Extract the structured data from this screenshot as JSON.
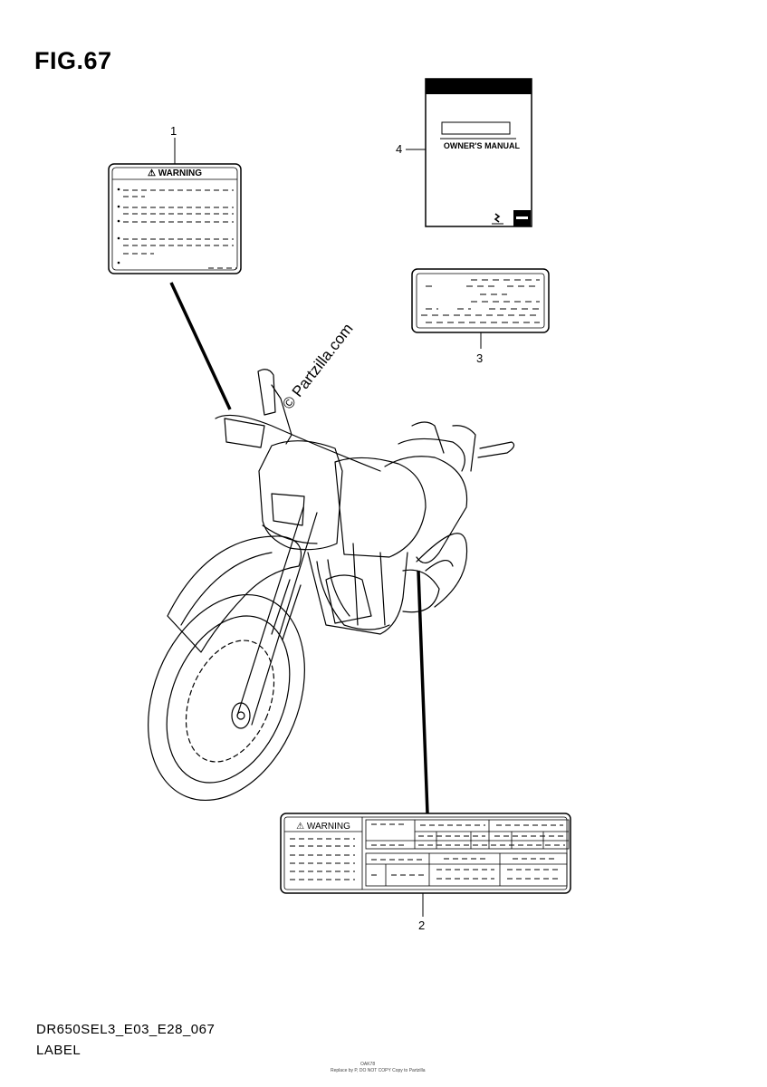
{
  "figure": {
    "title": "FIG.67",
    "watermark": "© Partzilla.com",
    "footer_code": "DR650SEL3_E03_E28_067",
    "footer_label": "LABEL",
    "footer_tiny_1": "OAK78",
    "footer_tiny_2": "Replace by P, DO NOT COPY  Copy to Partzilla"
  },
  "callouts": [
    {
      "id": "1",
      "number": "1"
    },
    {
      "id": "2",
      "number": "2"
    },
    {
      "id": "3",
      "number": "3"
    },
    {
      "id": "4",
      "number": "4"
    }
  ],
  "parts": {
    "warning_label_1": {
      "heading": "⚠ WARNING"
    },
    "warning_label_2": {
      "heading": "⚠ WARNING"
    },
    "owners_manual": {
      "title": "OWNER'S MANUAL"
    }
  }
}
